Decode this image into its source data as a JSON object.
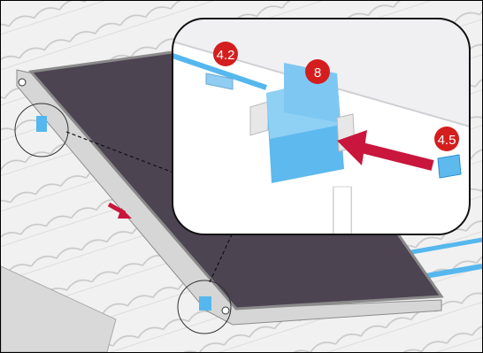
{
  "callouts": [
    {
      "id": "4.2",
      "label": "4.2"
    },
    {
      "id": "8",
      "label": "8"
    },
    {
      "id": "4.5",
      "label": "4.5"
    }
  ],
  "colors": {
    "panel": "#4d4452",
    "frame": "#d8d8d8",
    "tile": "#eeeeee",
    "tile_line": "#c9c9c9",
    "connector": "#55b7ee",
    "connector_dark": "#2d8fd0",
    "arrow": "#c8163c",
    "badge": "#d41e1e"
  },
  "icons": {
    "direction_arrow": "arrow-right-icon",
    "badge_shape": "circle"
  }
}
